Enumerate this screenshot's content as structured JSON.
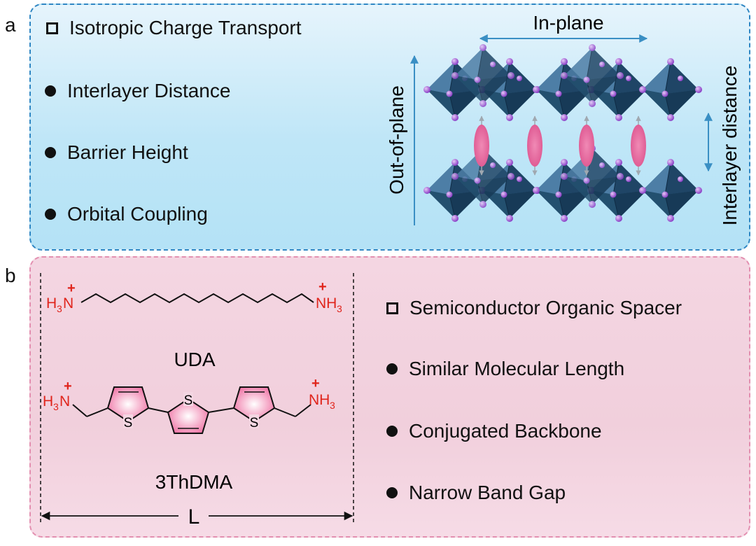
{
  "panel_a": {
    "letter": "a",
    "heading": "Isotropic Charge Transport",
    "bullets": [
      "Interlayer Distance",
      "Barrier Height",
      "Orbital Coupling"
    ],
    "axis_in_plane": "In-plane",
    "axis_out_of_plane": "Out-of-plane",
    "axis_interlayer": "Interlayer distance"
  },
  "panel_b": {
    "letter": "b",
    "heading": "Semiconductor Organic Spacer",
    "bullets": [
      "Similar Molecular Length",
      "Conjugated Backbone",
      "Narrow Band Gap"
    ],
    "molecule_1": "UDA",
    "molecule_2": "3ThDMA",
    "length_label": "L",
    "amine_left": "H",
    "amine_right": "NH",
    "subscript_3": "3",
    "nitrogen": "N",
    "plus": "+",
    "sulfur": "S"
  },
  "colors": {
    "panel_a_border": "#2f86c3",
    "panel_b_border": "#e38fb0",
    "arrow_blue": "#3a8fc4",
    "octahedron": "#2e5f86",
    "atom_purple": "#9b57d0",
    "spacer_pink": "#e5679c",
    "ammonium_red": "#e0241b"
  },
  "icons": [
    "square-bullet-icon",
    "dot-bullet-icon",
    "octahedron-icon"
  ]
}
